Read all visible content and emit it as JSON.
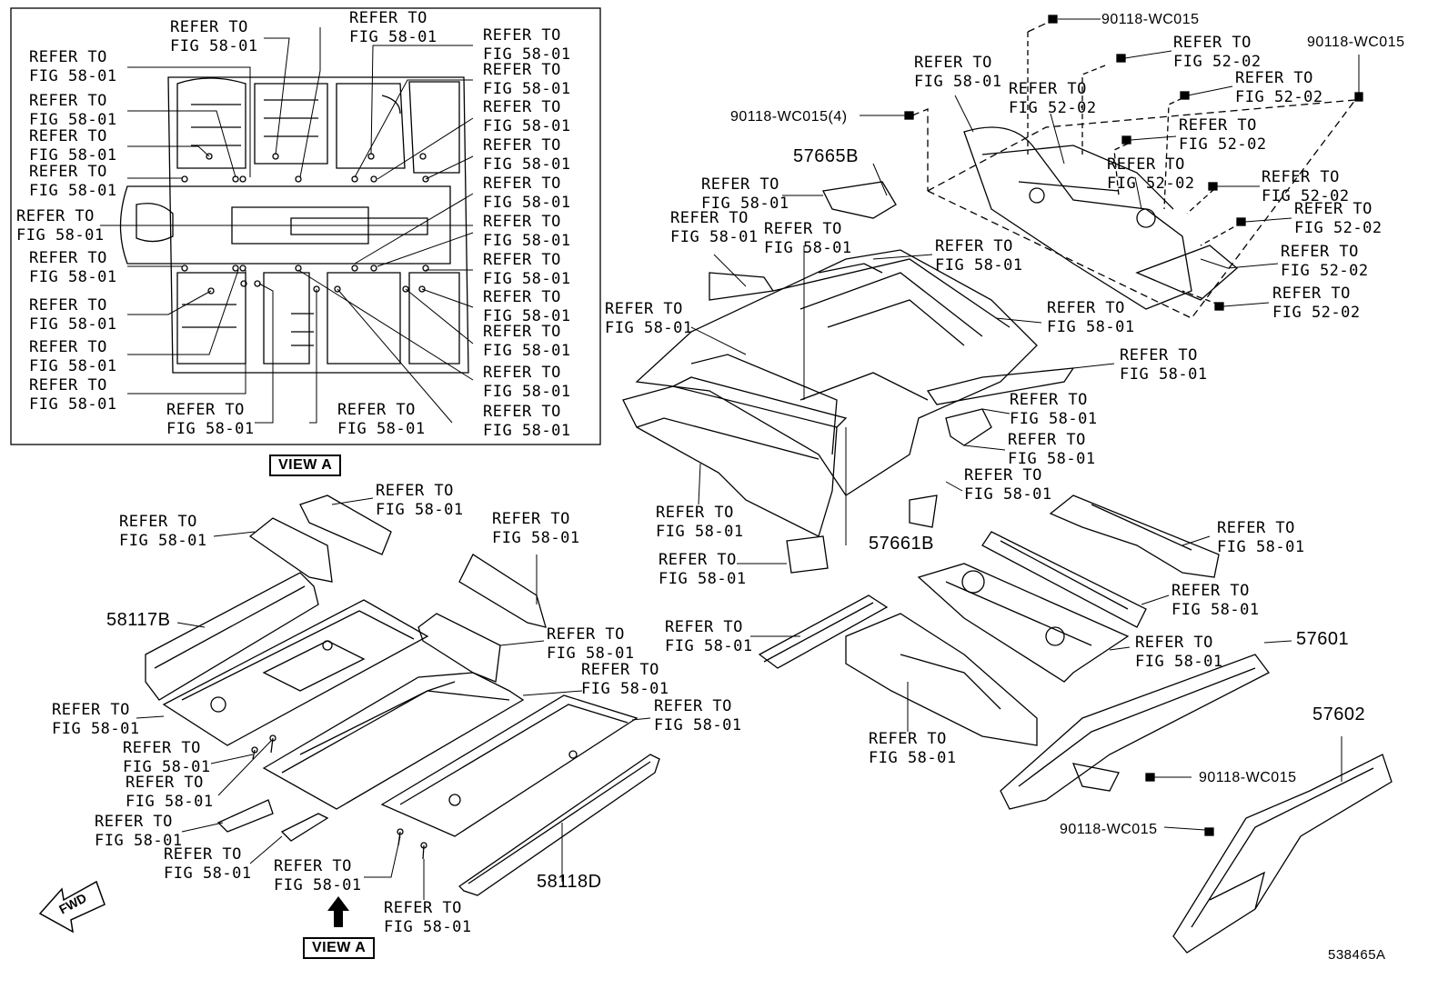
{
  "refer_label": "REFER TO",
  "fig_5801": "FIG 58-01",
  "fig_5202": "FIG 52-02",
  "view_a_label": "VIEW A",
  "fwd_label": "FWD",
  "illustration_id": "538465A",
  "parts": {
    "p57665B": "57665B",
    "p57661B": "57661B",
    "p58117B": "58117B",
    "p58118D": "58118D",
    "p57601": "57601",
    "p57602": "57602"
  },
  "bolts": {
    "b1": "90118-WC015",
    "b2": "90118-WC015",
    "b3": "90118-WC015(4)",
    "b4": "90118-WC015",
    "b5": "90118-WC015"
  }
}
